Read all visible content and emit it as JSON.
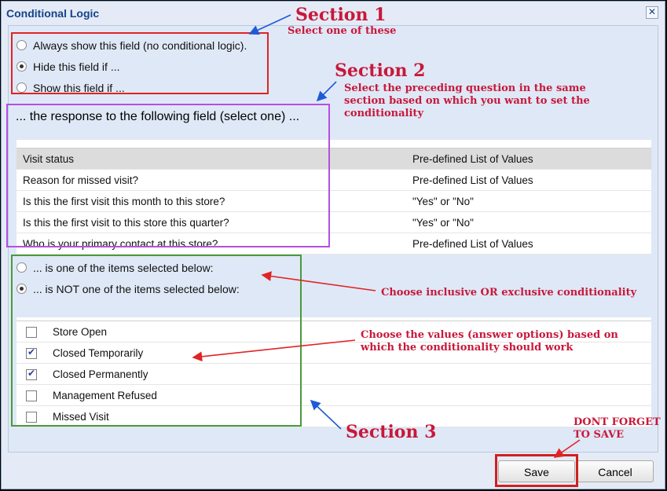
{
  "dialog": {
    "title": "Conditional Logic",
    "close_glyph": "✕"
  },
  "visibility_options": [
    {
      "label": "Always show this field (no conditional logic).",
      "selected": false
    },
    {
      "label": "Hide this field if ...",
      "selected": true
    },
    {
      "label": "Show this field if ...",
      "selected": false
    }
  ],
  "field_prompt": "... the response to the following field (select one) ...",
  "fields": [
    {
      "name": "Visit status",
      "type": "Pre-defined List of Values",
      "selected": true
    },
    {
      "name": "Reason for missed visit?",
      "type": "Pre-defined List of Values",
      "selected": false
    },
    {
      "name": "Is this the first visit this month to this store?",
      "type": "\"Yes\" or \"No\"",
      "selected": false
    },
    {
      "name": "Is this the first visit to this store this quarter?",
      "type": "\"Yes\" or \"No\"",
      "selected": false
    },
    {
      "name": "Who is your primary contact at this store?",
      "type": "Pre-defined List of Values",
      "selected": false
    }
  ],
  "match_options": [
    {
      "label": "... is one of the items selected below:",
      "selected": false
    },
    {
      "label": "... is NOT one of the items selected below:",
      "selected": true
    }
  ],
  "values": [
    {
      "label": "Store Open",
      "checked": false
    },
    {
      "label": "Closed Temporarily",
      "checked": true
    },
    {
      "label": "Closed Permanently",
      "checked": true
    },
    {
      "label": "Management Refused",
      "checked": false
    },
    {
      "label": "Missed Visit",
      "checked": false
    }
  ],
  "buttons": {
    "save": "Save",
    "cancel": "Cancel"
  },
  "annotations": {
    "section1_title": "Section 1",
    "section1_note": "Select one of these",
    "section2_title": "Section 2",
    "section2_note": "Select the preceding question in the same\nsection based on which you want to set the\nconditionality",
    "match_note": "Choose inclusive OR exclusive conditionality",
    "values_note": "Choose the values (answer options) based on\nwhich the conditionality should work",
    "section3_title": "Section 3",
    "save_note": "DONT FORGET\nTO SAVE"
  },
  "colors": {
    "annotation_text": "#c8183a",
    "section1_box": "#e02424",
    "section2_box": "#b44fe0",
    "section3_box": "#4a9a3a",
    "save_box": "#d02020",
    "blue_arrow": "#1e5bd6",
    "red_arrow": "#e02424"
  }
}
